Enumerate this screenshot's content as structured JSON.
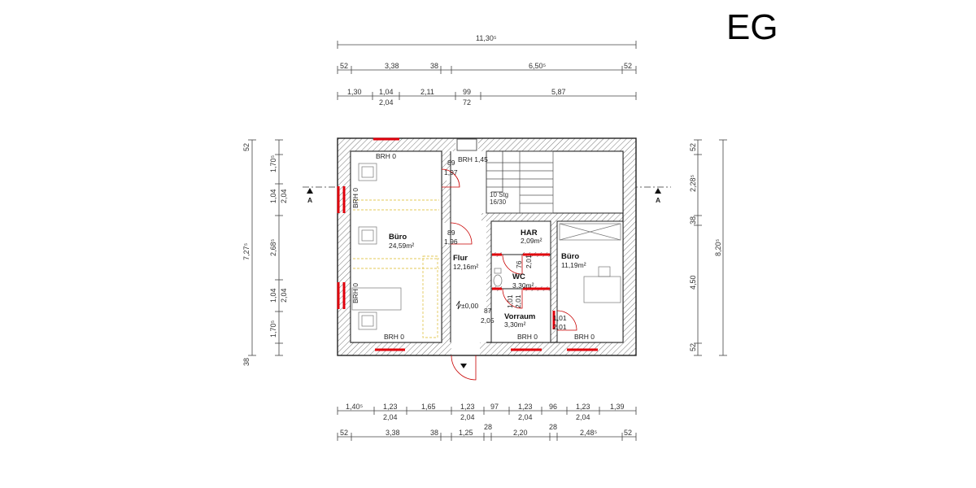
{
  "title": "EG",
  "dims_top": {
    "row1": [
      "11,30⁵"
    ],
    "row2": [
      "52",
      "3,38",
      "38",
      "6,50⁵",
      "52"
    ],
    "row3": [
      "1,30",
      "1,04",
      "2,04",
      "2,11",
      "99",
      "72",
      "5,87"
    ]
  },
  "dims_bottom": {
    "row1": [
      "1,40⁵",
      "1,23",
      "2,04",
      "1,65",
      "1,23",
      "2,04",
      "97",
      "1,23",
      "2,04",
      "96",
      "1,23",
      "2,04",
      "1,39"
    ],
    "row2": [
      "52",
      "3,38",
      "38",
      "1,25",
      "28",
      "2,20",
      "28",
      "2,48⁵",
      "52"
    ]
  },
  "dims_left": {
    "total": "7,27⁵",
    "segments": [
      "52",
      "1,70⁵",
      "1,04",
      "2,04",
      "2,68⁵",
      "1,04",
      "2,04",
      "1,70⁵",
      "38"
    ]
  },
  "dims_right": {
    "total": "8,20⁵",
    "segments": [
      "52",
      "2,28⁵",
      "38",
      "4,50",
      "52"
    ]
  },
  "section_marks": [
    "A",
    "A"
  ],
  "rooms": [
    {
      "name": "Büro",
      "area": "24,59m²"
    },
    {
      "name": "Flur",
      "area": "12,16m²"
    },
    {
      "name": "HAR",
      "area": "2,09m²"
    },
    {
      "name": "WC",
      "area": "3,30m²"
    },
    {
      "name": "Vorraum",
      "area": "3,30m²"
    },
    {
      "name": "Büro",
      "area": "11,19m²"
    }
  ],
  "labels": {
    "brh_top": "BRH 0",
    "brh_stair": "BRH 1,45",
    "brh_left_upper": "BRH 0",
    "brh_left_lower": "BRH 0",
    "brh_bottom_left": "BRH 0",
    "brh_bottom_mid": "BRH 0",
    "brh_bottom_right": "BRH 0",
    "door_1_w": "89",
    "door_1_h": "1,97",
    "door_2_w": "89",
    "door_2_h": "1,96",
    "door_3_w": "76",
    "door_3_h": "2,01",
    "door_4_w": "1,01",
    "door_4_h": "2,01",
    "door_5_w": "87",
    "door_5_h": "2,05",
    "door_6_w": "1,01",
    "door_6_h": "2,01",
    "stair": "10 Stg",
    "stair2": "16/30",
    "level": "±0,00"
  },
  "colors": {
    "window": "#e0000b",
    "door_swing": "#c80000",
    "furniture_line": "#e3c85a",
    "wall": "#222222"
  }
}
